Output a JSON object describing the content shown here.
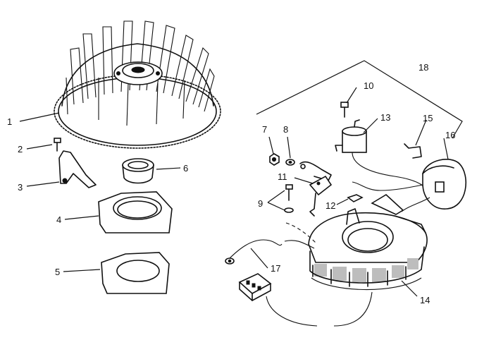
{
  "labels": {
    "1": "1",
    "2": "2",
    "3": "3",
    "4": "4",
    "5": "5",
    "6": "6",
    "7": "7",
    "8": "8",
    "9": "9",
    "10": "10",
    "11": "11",
    "12": "12",
    "13": "13",
    "14": "14",
    "15": "15",
    "16": "16",
    "17": "17",
    "18": "18"
  }
}
